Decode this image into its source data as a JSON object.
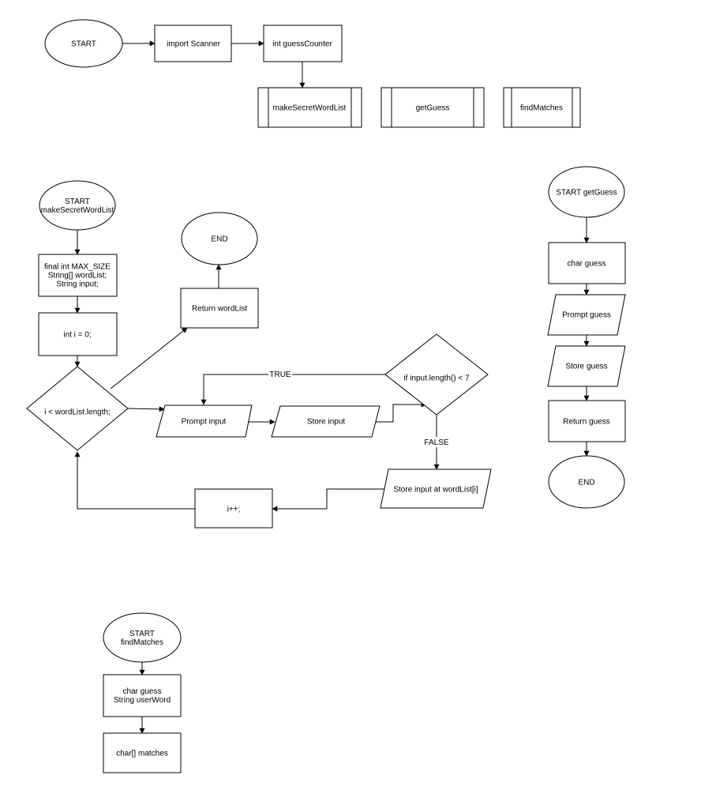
{
  "nodes": {
    "start_main": {
      "lines": [
        "START"
      ]
    },
    "import_scanner": {
      "lines": [
        "import Scanner"
      ]
    },
    "guess_counter": {
      "lines": [
        "int guessCounter"
      ]
    },
    "sub_make_secret": {
      "lines": [
        "makeSecretWordList"
      ]
    },
    "sub_get_guess": {
      "lines": [
        "getGuess"
      ]
    },
    "sub_find_matches": {
      "lines": [
        "findMatches"
      ]
    },
    "start_make": {
      "lines": [
        "START",
        "makeSecretWordList"
      ]
    },
    "declare_vars": {
      "lines": [
        "final int MAX_SIZE",
        "String[] wordList;",
        "String input;"
      ]
    },
    "init_i": {
      "lines": [
        "int i = 0;"
      ]
    },
    "loop_cond": {
      "lines": [
        "i < wordList.length;"
      ]
    },
    "return_wordlist": {
      "lines": [
        "Return wordList"
      ]
    },
    "end_make": {
      "lines": [
        "END"
      ]
    },
    "prompt_input": {
      "lines": [
        "Prompt input"
      ]
    },
    "store_input": {
      "lines": [
        "Store input"
      ]
    },
    "length_check": {
      "lines": [
        "if input.length() < 7"
      ]
    },
    "store_at": {
      "lines": [
        "Store input at wordList[i]"
      ]
    },
    "increment": {
      "lines": [
        "i++;"
      ]
    },
    "start_get_guess": {
      "lines": [
        "START getGuess"
      ]
    },
    "char_guess": {
      "lines": [
        "char guess"
      ]
    },
    "prompt_guess": {
      "lines": [
        "Prompt guess"
      ]
    },
    "store_guess": {
      "lines": [
        "Store guess"
      ]
    },
    "return_guess": {
      "lines": [
        "Return guess"
      ]
    },
    "end_get_guess": {
      "lines": [
        "END"
      ]
    },
    "start_find": {
      "lines": [
        "START",
        "findMatches"
      ]
    },
    "find_vars": {
      "lines": [
        "char guess",
        "String userWord"
      ]
    },
    "matches": {
      "lines": [
        "char[] matches"
      ]
    }
  },
  "edge_labels": {
    "true_label": "TRUE",
    "false_label": "FALSE"
  },
  "colors": {
    "stroke": "#000000",
    "fill": "#ffffff"
  }
}
